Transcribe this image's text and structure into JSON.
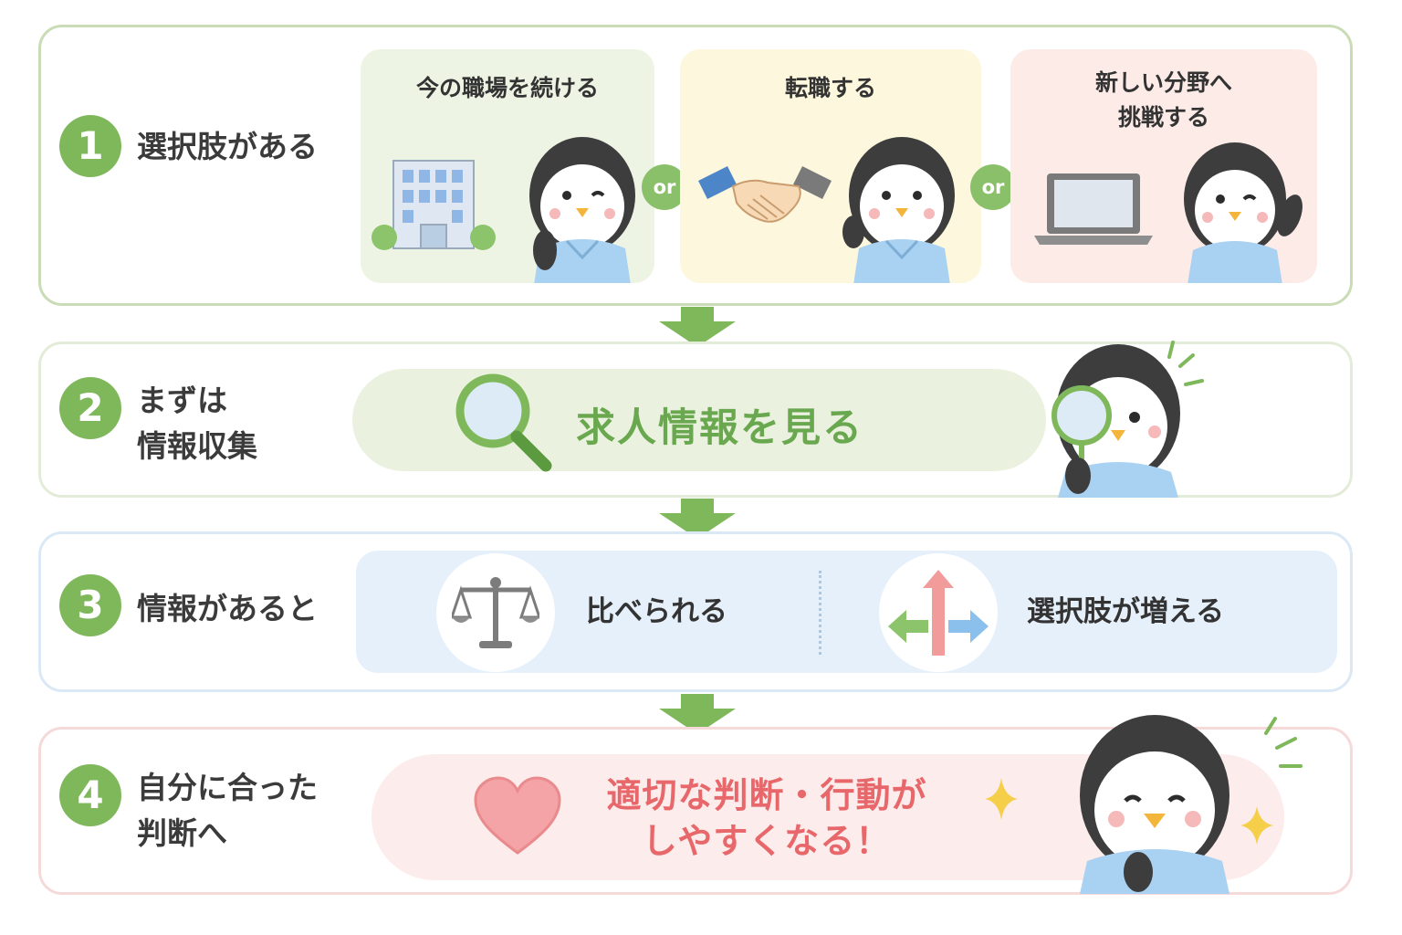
{
  "steps": [
    {
      "number": "1",
      "label": "選択肢がある"
    },
    {
      "number": "2",
      "label_line1": "まずは",
      "label_line2": "情報収集"
    },
    {
      "number": "3",
      "label": "情報があると"
    },
    {
      "number": "4",
      "label_line1": "自分に合った",
      "label_line2": "判断へ"
    }
  ],
  "options": [
    {
      "title": "今の職場を続ける",
      "icon": "office-building-icon",
      "color": "#eef4e4"
    },
    {
      "title": "転職する",
      "icon": "handshake-icon",
      "color": "#fdf7dd"
    },
    {
      "title_line1": "新しい分野へ",
      "title_line2": "挑戦する",
      "icon": "laptop-icon",
      "color": "#fcebe7"
    }
  ],
  "connector": "or",
  "info_action": "求人情報を見る",
  "benefits": [
    {
      "text": "比べられる",
      "icon": "balance-scale-icon"
    },
    {
      "text": "選択肢が増える",
      "icon": "branching-arrows-icon"
    }
  ],
  "result_line1": "適切な判断・行動が",
  "result_line2": "しやすくなる！",
  "colors": {
    "accent_green": "#7fb85b",
    "text_green": "#6aa84f",
    "text_red": "#e8676a",
    "section1_border": "#c9dcb6",
    "section3_bg": "#e6f0fb",
    "section4_bg": "#fcecec"
  }
}
